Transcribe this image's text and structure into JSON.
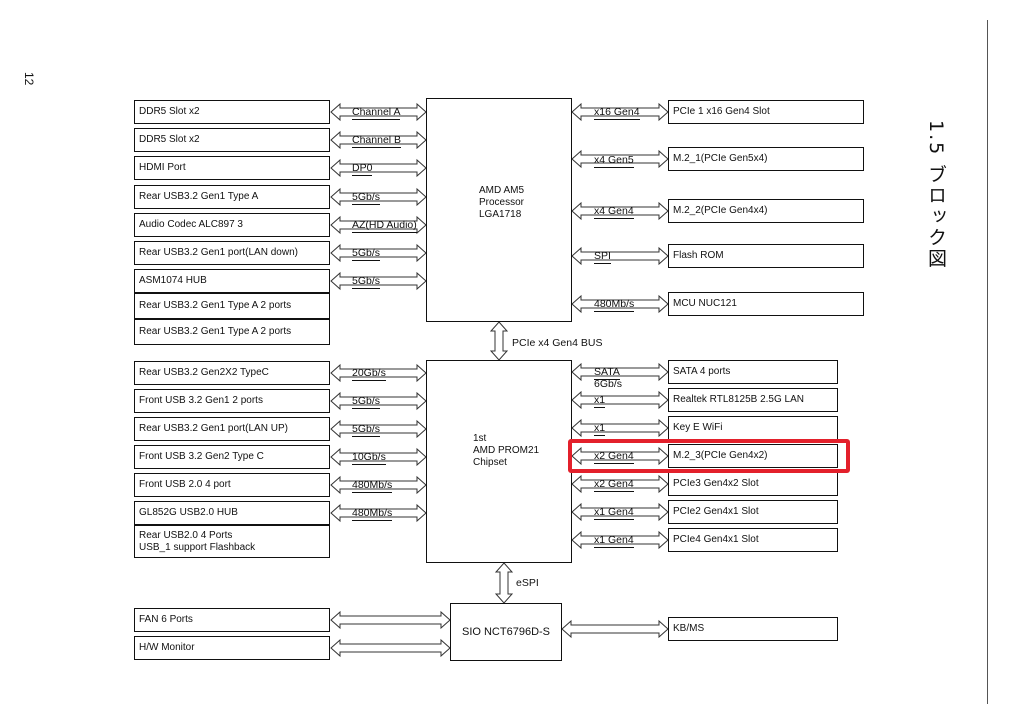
{
  "page": {
    "number": "12",
    "section_title": "1.5 ブロック図"
  },
  "processor": {
    "lines": [
      "AMD AM5",
      "Processor",
      "LGA1718"
    ]
  },
  "chipset": {
    "lines": [
      "1st",
      "AMD PROM21",
      "Chipset"
    ]
  },
  "sio": {
    "label": "SIO NCT6796D-S"
  },
  "bus_labels": {
    "cpu_chipset": "PCIe x4 Gen4 BUS",
    "chipset_sio": "eSPI"
  },
  "cpu_left": [
    {
      "device": "DDR5 Slot x2",
      "link": "Channel A"
    },
    {
      "device": "DDR5 Slot x2",
      "link": "Channel B"
    },
    {
      "device": "HDMI Port",
      "link": "DP0"
    },
    {
      "device": "Rear USB3.2 Gen1 Type A",
      "link": "5Gb/s"
    },
    {
      "device": "Audio Codec ALC897 3",
      "link": "AZ(HD Audio)"
    },
    {
      "device": "Rear USB3.2 Gen1 port(LAN down)",
      "link": "5Gb/s"
    },
    {
      "device": "ASM1074 HUB",
      "link": "5Gb/s"
    }
  ],
  "hub_children": [
    "Rear USB3.2 Gen1 Type A 2 ports",
    "Rear USB3.2 Gen1 Type A 2 ports"
  ],
  "cpu_right": [
    {
      "device": "PCIe 1 x16 Gen4 Slot",
      "link": "x16 Gen4"
    },
    {
      "device": "M.2_1(PCIe Gen5x4)",
      "link": "x4 Gen5"
    },
    {
      "device": "M.2_2(PCIe Gen4x4)",
      "link": "x4 Gen4"
    },
    {
      "device": "Flash ROM",
      "link": "SPI"
    },
    {
      "device": "MCU  NUC121",
      "link": "480Mb/s"
    }
  ],
  "chipset_left": [
    {
      "device": "Rear USB3.2 Gen2X2 TypeC",
      "link": "20Gb/s"
    },
    {
      "device": "Front USB 3.2 Gen1 2 ports",
      "link": "5Gb/s"
    },
    {
      "device": "Rear USB3.2 Gen1 port(LAN UP)",
      "link": "5Gb/s"
    },
    {
      "device": "Front USB 3.2 Gen2 Type C",
      "link": "10Gb/s"
    },
    {
      "device": "Front USB 2.0 4 port",
      "link": "480Mb/s"
    },
    {
      "device": "GL852G USB2.0 HUB",
      "link": "480Mb/s"
    }
  ],
  "usb_hub_child": [
    "Rear USB2.0 4 Ports",
    "USB_1 support Flashback"
  ],
  "chipset_right": [
    {
      "device": "SATA 4 ports",
      "link": "SATA",
      "link2": "6Gb/s"
    },
    {
      "device": "Realtek RTL8125B 2.5G LAN",
      "link": "x1"
    },
    {
      "device": "Key E WiFi",
      "link": "x1"
    },
    {
      "device": "M.2_3(PCIe Gen4x2)",
      "link": "x2 Gen4"
    },
    {
      "device": "PCIe3 Gen4x2 Slot",
      "link": "x2 Gen4"
    },
    {
      "device": "PCIe2 Gen4x1 Slot",
      "link": "x1 Gen4"
    },
    {
      "device": "PCIe4 Gen4x1 Slot",
      "link": "x1 Gen4"
    }
  ],
  "sio_left": [
    "FAN 6 Ports",
    "H/W Monitor"
  ],
  "sio_right": [
    "KB/MS"
  ],
  "highlight_color": "#e3202b"
}
